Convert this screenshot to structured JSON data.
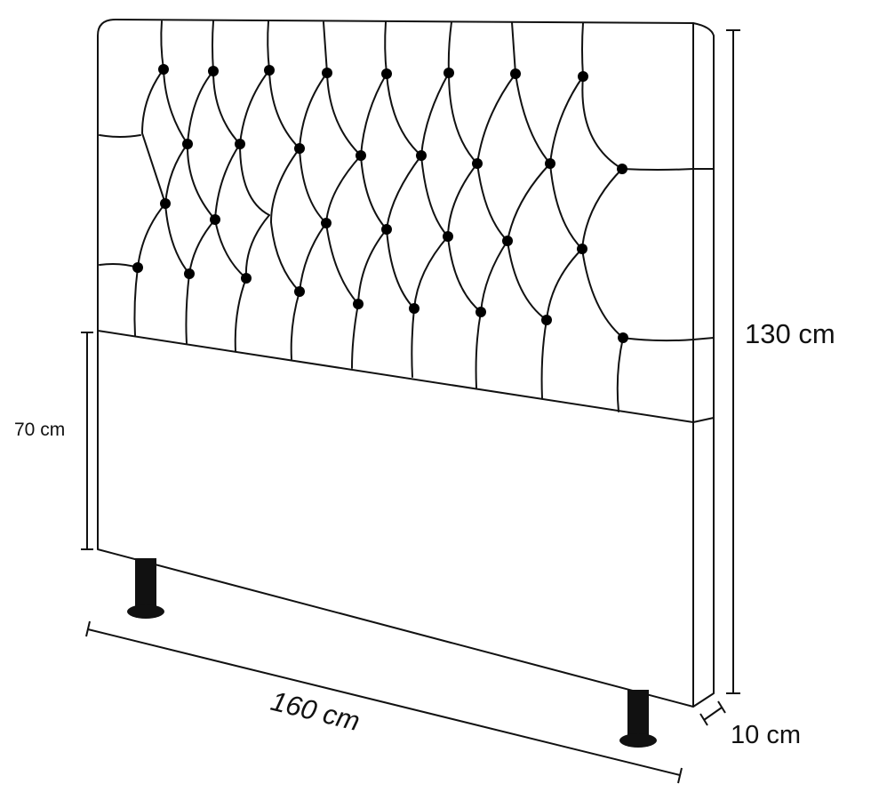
{
  "diagram": {
    "dimensions": {
      "height_total": "130 cm",
      "height_lower": "70 cm",
      "width": "160 cm",
      "depth": "10 cm"
    },
    "colors": {
      "stroke": "#111111",
      "fill": "#ffffff",
      "button": "#000000"
    }
  }
}
